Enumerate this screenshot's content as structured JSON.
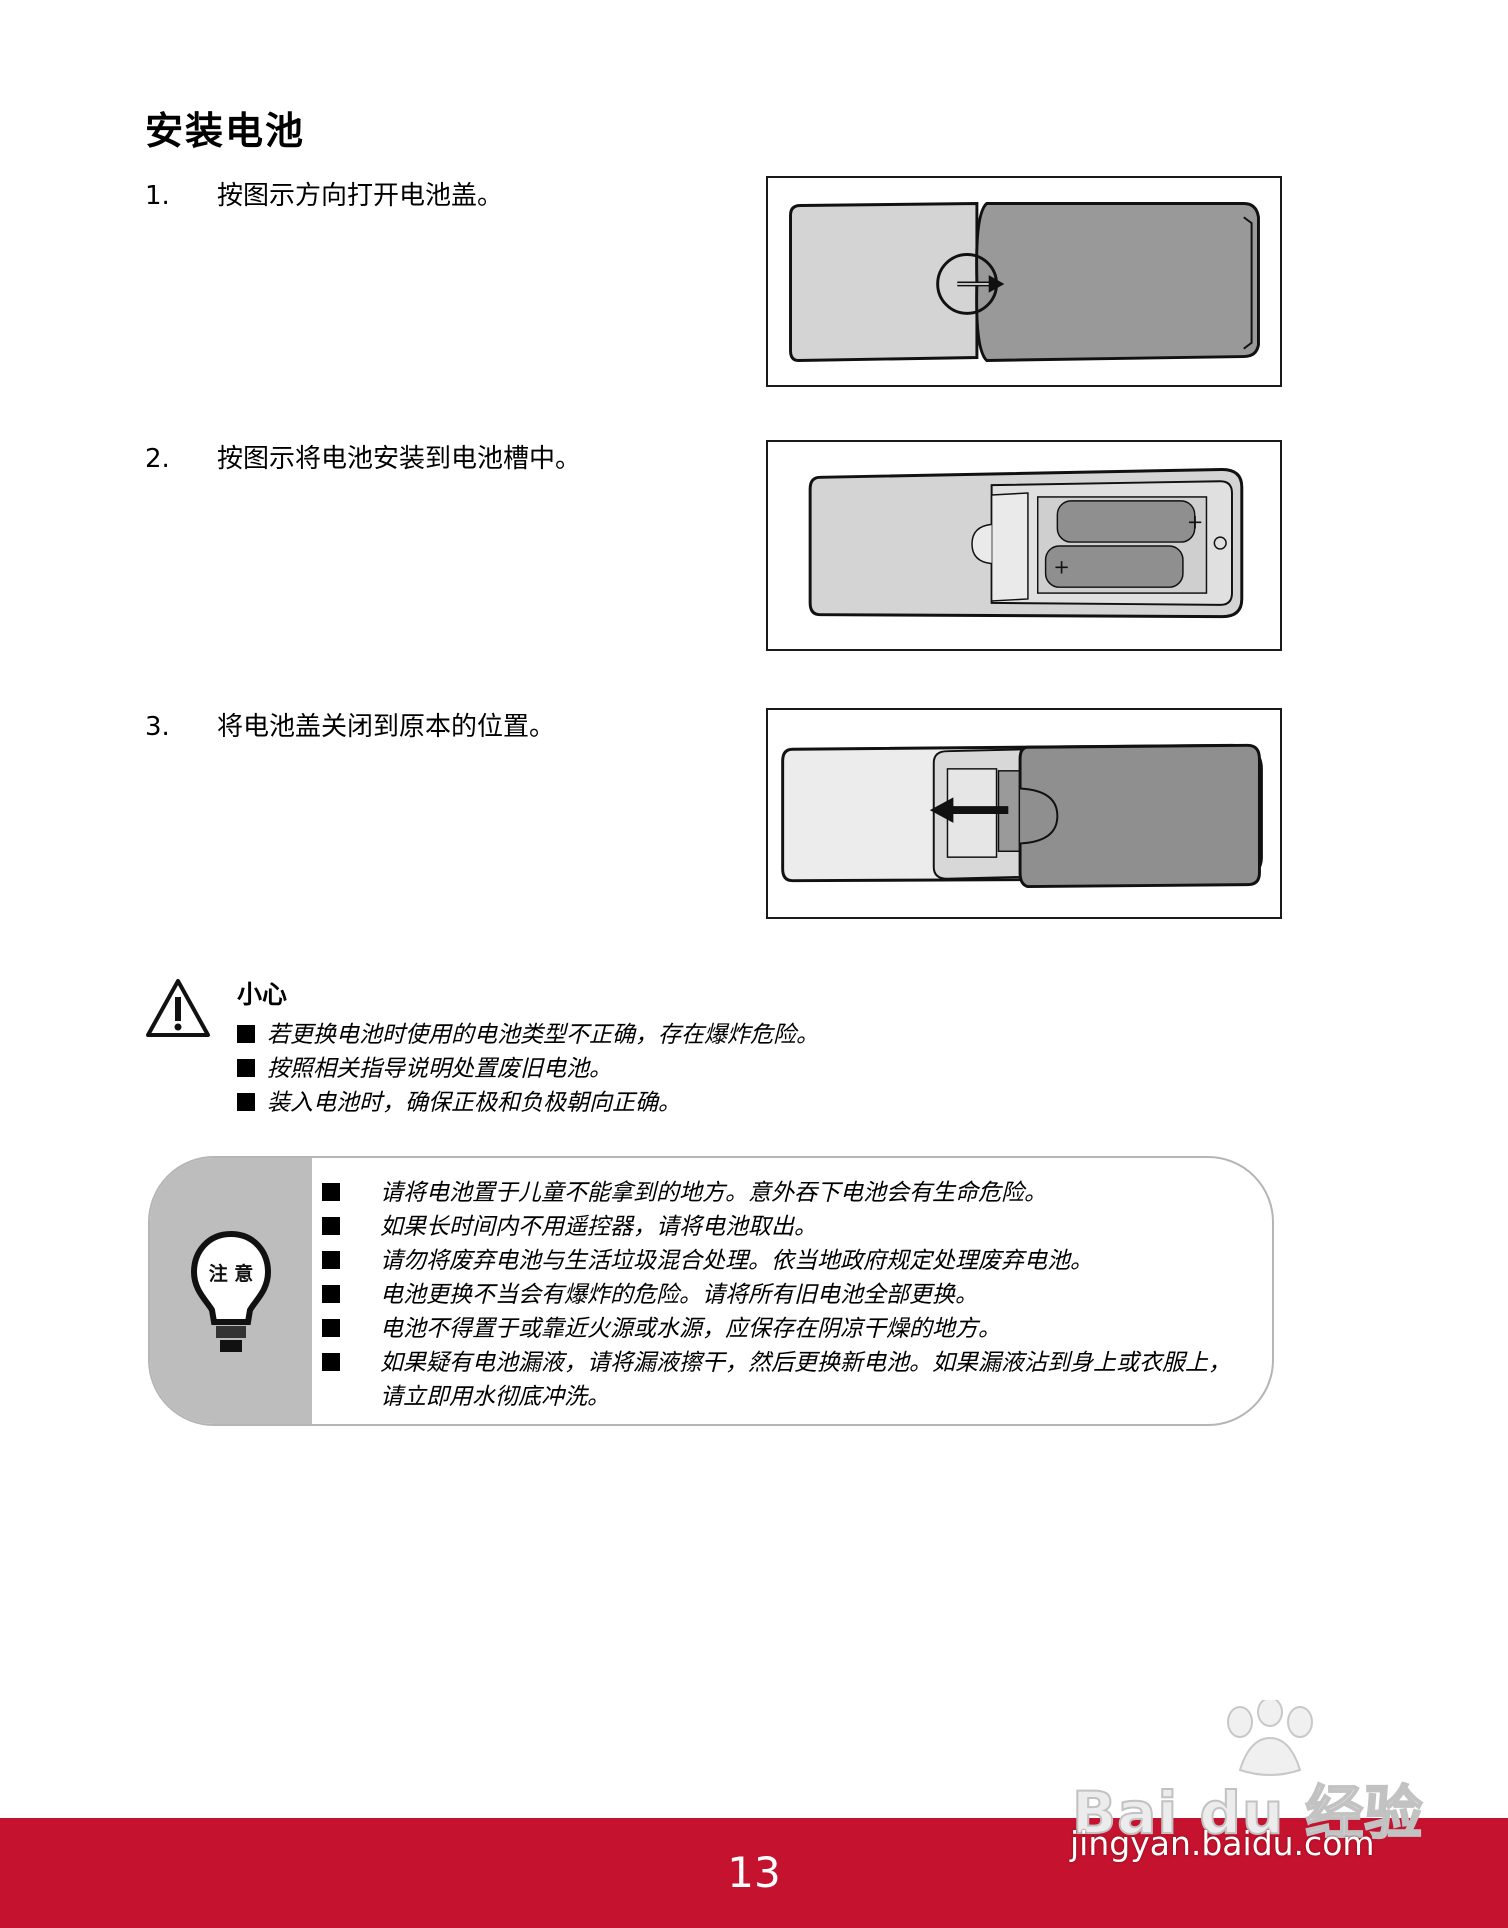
{
  "title": "安装电池",
  "steps": [
    {
      "num": "1.",
      "text": "按图示方向打开电池盖。"
    },
    {
      "num": "2.",
      "text": "按图示将电池安装到电池槽中。"
    },
    {
      "num": "3.",
      "text": "将电池盖关闭到原本的位置。"
    }
  ],
  "caution": {
    "heading": "小心",
    "items": [
      "若更换电池时使用的电池类型不正确，存在爆炸危险。",
      "按照相关指导说明处置废旧电池。",
      "装入电池时，确保正极和负极朝向正确。"
    ]
  },
  "note": {
    "badge": "注 意",
    "items": [
      "请将电池置于儿童不能拿到的地方。意外吞下电池会有生命危险。",
      "如果长时间内不用遥控器，请将电池取出。",
      "请勿将废弃电池与生活垃圾混合处理。依当地政府规定处理废弃电池。",
      "电池更换不当会有爆炸的危险。请将所有旧电池全部更换。",
      "电池不得置于或靠近火源或水源，应保存在阴凉干燥的地方。",
      "如果疑有电池漏液，请将漏液擦干，然后更换新电池。如果漏液沾到身上或衣服上，请立即用水彻底冲洗。"
    ]
  },
  "watermark": {
    "brand": "Bai du 经验",
    "url": "jingyan.baidu.com"
  },
  "page_number": "13",
  "colors": {
    "footer": "#c4122f",
    "note_side": "#bdbdbd",
    "cover": "#999999",
    "remote": "#d4d4d4"
  }
}
